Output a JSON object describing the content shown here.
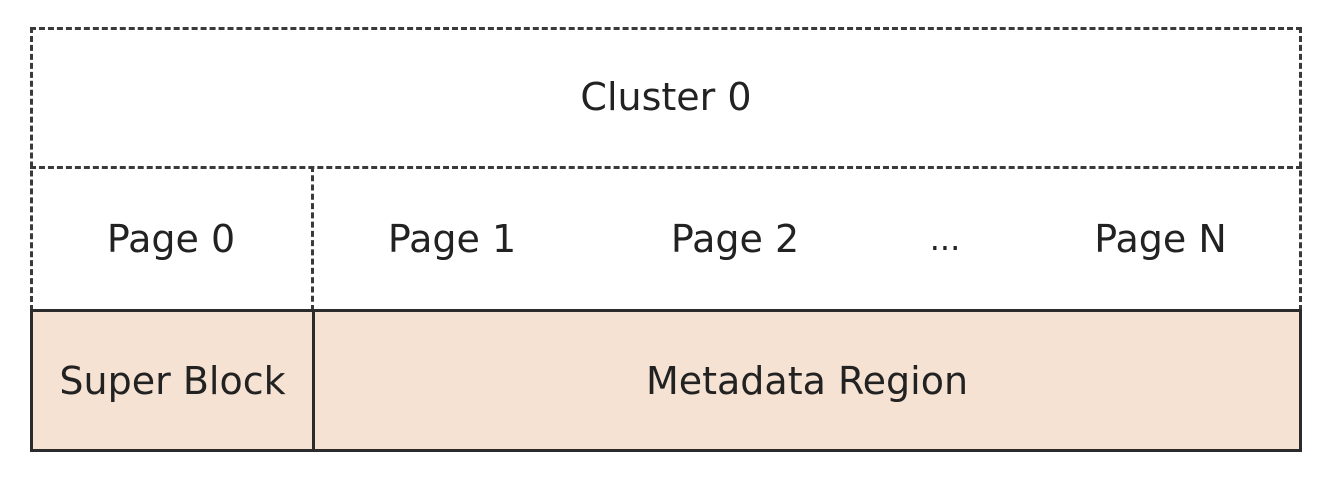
{
  "cluster": {
    "label": "Cluster 0"
  },
  "pages": {
    "page0": "Page 0",
    "page1": "Page 1",
    "page2": "Page 2",
    "ellipsis": "...",
    "pageN": "Page N"
  },
  "regions": {
    "super_block": "Super Block",
    "metadata_region": "Metadata Region"
  },
  "colors": {
    "region_fill": "#f6e2d3",
    "line": "#2b2b2b"
  }
}
